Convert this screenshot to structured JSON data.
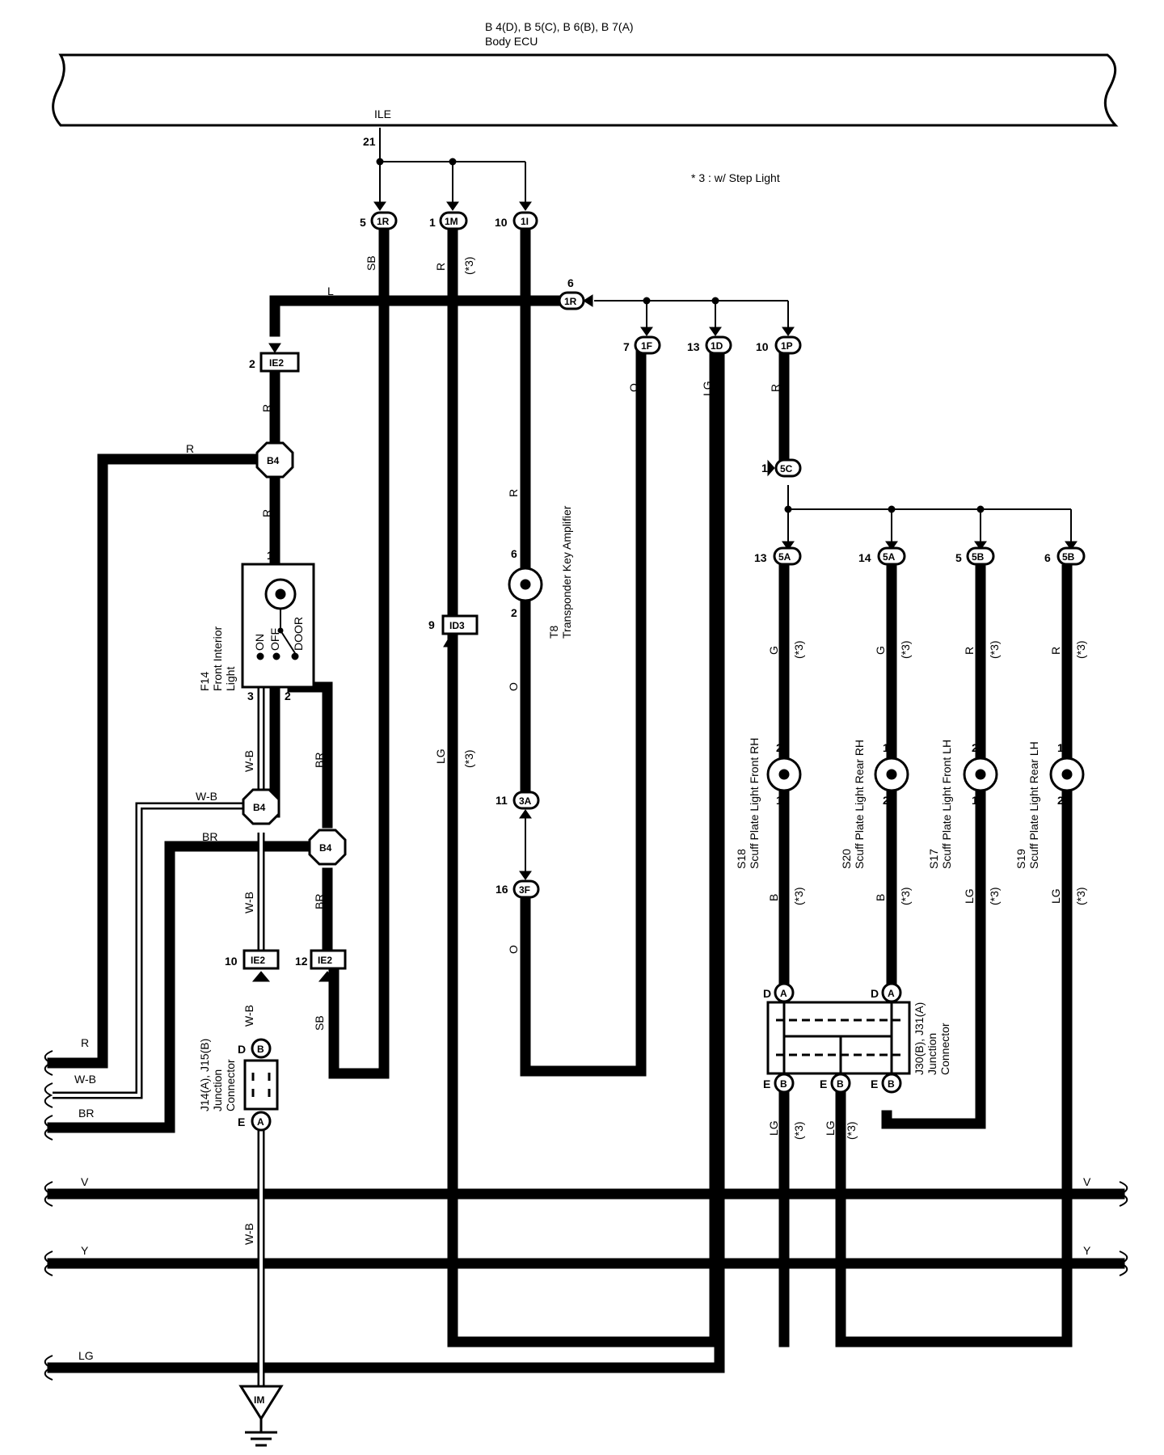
{
  "header": {
    "title": "B 4(D), B 5(C), B 6(B), B 7(A)",
    "subtitle": "Body ECU"
  },
  "note": "* 3 : w/ Step Light",
  "ecu_terminal": {
    "name": "ILE",
    "pin": "21"
  },
  "connectors": {
    "c1": {
      "pin": "5",
      "id": "1R"
    },
    "c2": {
      "pin": "1",
      "id": "1M"
    },
    "c3": {
      "pin": "10",
      "id": "1I"
    },
    "c4": {
      "pin": "6",
      "id": "1R"
    },
    "c5": {
      "pin": "7",
      "id": "1F"
    },
    "c6": {
      "pin": "13",
      "id": "1D"
    },
    "c7": {
      "pin": "10",
      "id": "1P"
    },
    "c8": {
      "pin": "2",
      "id": "IE2"
    },
    "c9": {
      "pin": "1",
      "id": "5C"
    },
    "c10": {
      "pin": "13",
      "id": "5A"
    },
    "c11": {
      "pin": "14",
      "id": "5A"
    },
    "c12": {
      "pin": "5",
      "id": "5B"
    },
    "c13": {
      "pin": "6",
      "id": "5B"
    },
    "c14": {
      "pin": "9",
      "id": "ID3"
    },
    "c15": {
      "pin": "11",
      "id": "3A"
    },
    "c16": {
      "pin": "16",
      "id": "3F"
    },
    "c17": {
      "pin": "10",
      "id": "IE2"
    },
    "c18": {
      "pin": "12",
      "id": "IE2"
    }
  },
  "junctions": {
    "b4": "B4",
    "im": "IM"
  },
  "wire_labels": {
    "sb": "SB",
    "r": "R",
    "l": "L",
    "o": "O",
    "lg": "LG",
    "g": "G",
    "b": "B",
    "br": "BR",
    "wb": "W-B",
    "v": "V",
    "y": "Y",
    "star3": "(*3)"
  },
  "components": {
    "f14": {
      "code": "F14",
      "name1": "Front Interior",
      "name2": "Light",
      "sw_on": "ON",
      "sw_off": "OFF",
      "sw_door": "DOOR",
      "pin1": "1",
      "pin2": "2",
      "pin3": "3"
    },
    "t8": {
      "code": "T8",
      "name": "Transponder Key Amplifier",
      "pin6": "6",
      "pin2": "2"
    },
    "s18": {
      "code": "S18",
      "name": "Scuff Plate Light Front RH"
    },
    "s20": {
      "code": "S20",
      "name": "Scuff Plate Light Rear RH"
    },
    "s17": {
      "code": "S17",
      "name": "Scuff Plate Light Front LH"
    },
    "s19": {
      "code": "S19",
      "name": "Scuff Plate Light Rear LH"
    },
    "lamp_pins": {
      "p1": "1",
      "p2": "2"
    },
    "j14": {
      "code": "J14(A), J15(B)",
      "name1": "Junction",
      "name2": "Connector",
      "pin_d": "D",
      "pin_e": "E",
      "conn_a": "A",
      "conn_b": "B"
    },
    "j30": {
      "code": "J30(B), J31(A)",
      "name1": "Junction",
      "name2": "Connector",
      "pin_d": "D",
      "pin_e": "E",
      "conn_a": "A",
      "conn_b": "B"
    }
  },
  "colors": {
    "ink": "#000000",
    "paper": "#ffffff"
  }
}
